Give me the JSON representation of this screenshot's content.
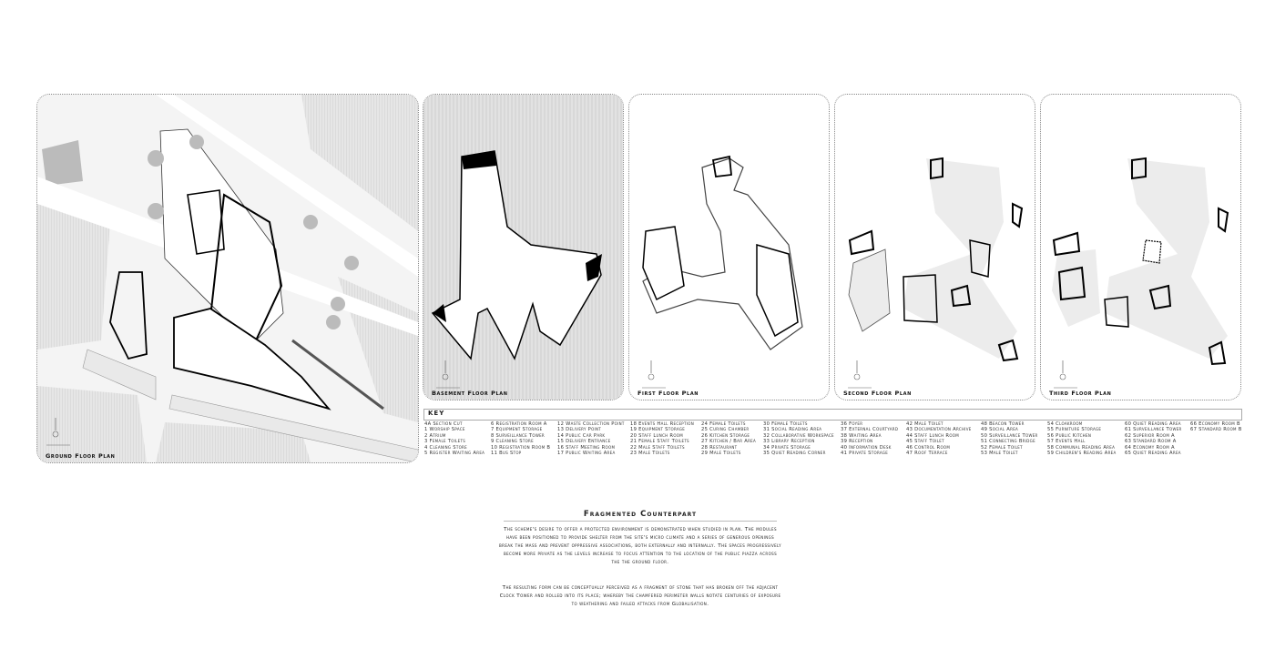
{
  "plans": {
    "ground": "Ground Floor Plan",
    "basement": "Basement Floor Plan",
    "first": "First Floor Plan",
    "second": "Second Floor Plan",
    "third": "Third Floor Plan"
  },
  "key": {
    "title": "KEY",
    "columns": [
      [
        "4A Section Cut",
        "1 Worship Space",
        "2 Atrium",
        "3 Female Toilets",
        "4 Cleaning Store",
        "5 Register Waiting Area"
      ],
      [
        "6 Registration Room A",
        "7 Equipment Storage",
        "8 Surveillance Tower",
        "9 Cleaning Store",
        "10 Registration Room B",
        "11 Bus Stop"
      ],
      [
        "12 Waste Collection Point",
        "13 Delivery Point",
        "14 Public Car Park",
        "15 Delivery Entrance",
        "16 Staff Meeting Room",
        "17 Public Waiting Area"
      ],
      [
        "18 Events Hall Reception",
        "19 Equipment Storage",
        "20 Staff Lunch Room",
        "21 Female Staff Toilets",
        "22 Male Staff Toilets",
        "23 Male Toilets"
      ],
      [
        "24 Female Toilets",
        "25 Curing Chamber",
        "26 Kitchen Storage",
        "27 Kitchen / Bar Area",
        "28 Restaurant",
        "29 Male Toilets"
      ],
      [
        "30 Female Toilets",
        "31 Social Reading Area",
        "32 Collaborative Workspace",
        "33 Library Reception",
        "34 Private Storage",
        "35 Quiet Reading Corner"
      ],
      [
        "36 Foyer",
        "37 External Courtyard",
        "38 Waiting Area",
        "39 Reception",
        "40 Information Desk",
        "41 Private Storage"
      ],
      [
        "42 Male Toilet",
        "43 Documentation Archive",
        "44 Staff Lunch Room",
        "45 Staff Toilet",
        "46 Control Room",
        "47 Roof Terrace"
      ],
      [
        "48 Beacon Tower",
        "49 Social Area",
        "50 Surveillance Tower",
        "51 Connecting Bridge",
        "52 Female Toilet",
        "53 Male Toilet"
      ],
      [
        "54 Cloakroom",
        "55 Furniture Storage",
        "56 Public Kitchen",
        "57 Events Hall",
        "58 Communal Reading Area",
        "59 Children's Reading Area"
      ],
      [
        "60 Quiet Reading Area",
        "61 Surveillance Tower",
        "62 Superior Room A",
        "63 Standard Room A",
        "64 Economy Room A",
        "65 Quiet Reading Area"
      ],
      [
        "66 Economy Room B",
        "67 Standard Room B"
      ]
    ]
  },
  "text": {
    "title": "Fragmented Counterpart",
    "para1": "The scheme's desire to offer a protected environment is demonstrated when studied in plan. The modules have been positioned to provide shelter from the site's micro climate and a series of generous openings break the mass and prevent oppressive associations, both externally and internally. The spaces progressively become more private as the levels increase to focus attention to the location of the public piazza across the the ground floor.",
    "para2": "The resulting form can be conceptually perceived as a fragment of stone that has broken off the adjacent Clock Tower and rolled into its place; whereby the chamfered perimeter walls notate centuries of exposure to weathering and failed attacks from Globalisation."
  }
}
